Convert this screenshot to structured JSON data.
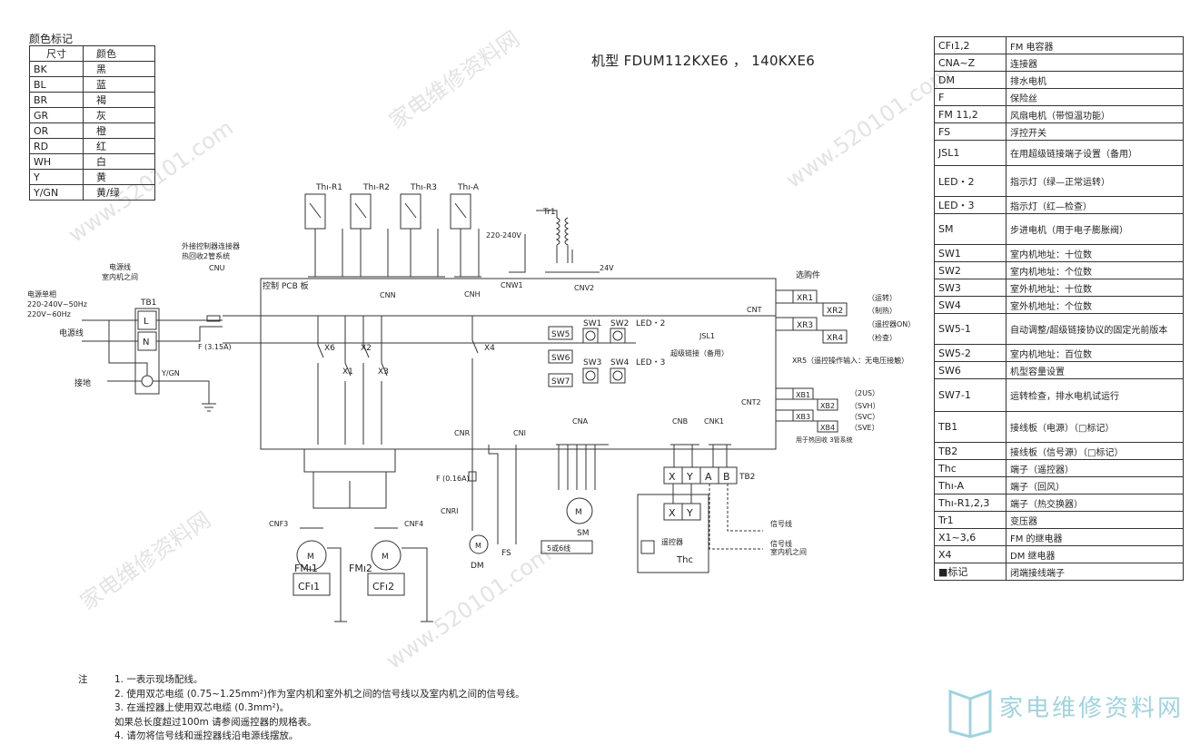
{
  "legend": {
    "title": "颜色标记",
    "header": [
      "尺寸",
      "颜色"
    ],
    "rows": [
      [
        "BK",
        "黑"
      ],
      [
        "BL",
        "蓝"
      ],
      [
        "BR",
        "褐"
      ],
      [
        "GR",
        "灰"
      ],
      [
        "OR",
        "橙"
      ],
      [
        "RD",
        "红"
      ],
      [
        "WH",
        "白"
      ],
      [
        "Y",
        "黄"
      ],
      [
        "Y/GN",
        "黄/绿"
      ]
    ]
  },
  "model": "机型 FDUM112KXE6 ， 140KXE6",
  "components": [
    [
      "CFı1,2",
      "FM 电容器"
    ],
    [
      "CNA~Z",
      "连接器"
    ],
    [
      "DM",
      "排水电机"
    ],
    [
      "F",
      "保险丝"
    ],
    [
      "FM 11,2",
      "风扇电机（带恒温功能）"
    ],
    [
      "FS",
      "浮控开关"
    ],
    [
      "JSL1",
      "在用超级链接端子设置（备用）"
    ],
    [
      "LED・2",
      "指示灯（绿—正常运转）"
    ],
    [
      "LED・3",
      "指示灯（红—检查）"
    ],
    [
      "SM",
      "步进电机（用于电子膨胀阀）"
    ],
    [
      "SW1",
      "室内机地址：十位数"
    ],
    [
      "SW2",
      "室内机地址：个位数"
    ],
    [
      "SW3",
      "室外机地址：十位数"
    ],
    [
      "SW4",
      "室外机地址：个位数"
    ],
    [
      "SW5-1",
      "自动调整/超级链接协议的固定光前版本"
    ],
    [
      "SW5-2",
      "室内机地址：百位数"
    ],
    [
      "SW6",
      "机型容量设置"
    ],
    [
      "SW7-1",
      "运转检查，排水电机试运行"
    ],
    [
      "TB1",
      "接线板（电源）（□标记）"
    ],
    [
      "TB2",
      "接线板（信号源）（□标记）"
    ],
    [
      "Thc",
      "端子（遥控器）"
    ],
    [
      "Thı-A",
      "端子（回风）"
    ],
    [
      "Thı-R1,2,3",
      "端子（热交换器）"
    ],
    [
      "Tr1",
      "变压器"
    ],
    [
      "X1~3,6",
      "FM 的继电器"
    ],
    [
      "X4",
      "DM 继电器"
    ],
    [
      "■标记",
      "闭端接线端子"
    ]
  ],
  "diagram": {
    "thermistors": [
      "Thı-R1",
      "Thı-R2",
      "Thı-R3",
      "Thı-A"
    ],
    "transformer": "Tr1",
    "voltage_in": "220-240V",
    "voltage_out": "24V",
    "pcb": "控制 PCB 板",
    "optional": "选购件",
    "power_line": "电源线",
    "power_line2": "室内机之间",
    "power_spec": "电源单相",
    "power_v1": "220-240V~50Hz",
    "power_v2": "220V~60Hz",
    "ground": "接地",
    "tb1": "TB1",
    "tb2": "TB2",
    "power_label": "电源线",
    "outdoor_conn": "外接控制器连接器",
    "outdoor_conn2": "热回收2管系统",
    "cnu": "CNU",
    "fuse_main": "F (3.15A)",
    "fuse_dm": "F (0.16A)",
    "relays": [
      "X6",
      "X2",
      "X1",
      "X3",
      "X4"
    ],
    "sw": [
      "SW5",
      "SW6",
      "SW7",
      "SW1",
      "SW2",
      "SW3",
      "SW4"
    ],
    "led": [
      "LED・2",
      "LED・3"
    ],
    "jsl": "JSL1",
    "jsl_note": "超级链接（备用）",
    "xr5": "XR5（遥控操作输入：无电压接触）",
    "xr": [
      "XR1",
      "XR2",
      "XR3",
      "XR4"
    ],
    "xr_labels": [
      "（运转）",
      "（制热）",
      "（遥控器ON）",
      "（检查）"
    ],
    "xb": [
      "XB1",
      "XB2",
      "XB3",
      "XB4"
    ],
    "xb_labels": [
      "（2US）",
      "（SVH）",
      "（SVC）",
      "（SVE）"
    ],
    "xb_note": "用于热回收 3管系统",
    "cnt": "CNT",
    "cnt2": "CNT2",
    "motors": [
      "FMı1",
      "FMı2"
    ],
    "caps": [
      "CFı1",
      "CFı2"
    ],
    "dm": "DM",
    "fs": "FS",
    "sm": "SM",
    "sm_wire": "5或6线",
    "signal": "信号线",
    "signal2": "信号线",
    "signal3": "室内机之间",
    "remote": "遥控器",
    "thc": "Thc",
    "cnn": "CNN",
    "cnh": "CNH",
    "cnw1": "CNW1",
    "cnv2": "CNV2",
    "cnf3": "CNF3",
    "cnf4": "CNF4",
    "cnr": "CNR",
    "cni": "CNI",
    "cna": "CNA",
    "cnb": "CNB",
    "cnk1": "CNK1",
    "cnr1": "CNRI"
  },
  "notes": {
    "label": "注",
    "items": [
      "1.  一表示现场配线。",
      "2.  使用双芯电缆 (0.75~1.25mm²)作为室内机和室外机之间的信号线以及室内机之间的信号线。",
      "3.  在遥控器上使用双芯电缆 (0.3mm²)。",
      "     如果总长度超过100m  请参阅遥控器的规格表。",
      "4.  请勿将信号线和遥控器线沿电源线摆放。"
    ]
  },
  "watermark": {
    "site_cn": "家电维修资料网",
    "site_url": "www.520101.com"
  }
}
